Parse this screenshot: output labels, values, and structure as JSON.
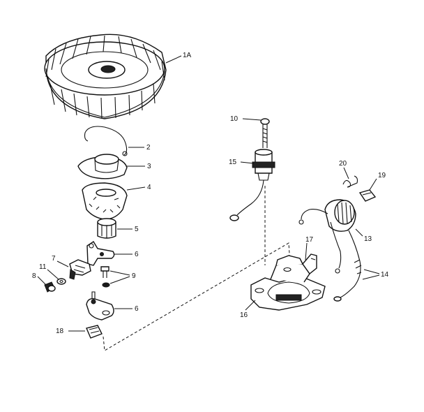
{
  "callouts": {
    "flywheel": "1A",
    "spring_clip": "2",
    "felt_retainer": "3",
    "felt_seal": "4",
    "cam": "5",
    "breaker_arm_upper": "6",
    "breaker_arm_lower": "6",
    "breaker_spring": "7",
    "screw": "8",
    "screws_washers": "9",
    "spark_plug_screw": "10",
    "terminal": "11",
    "ignition_coil": "13",
    "lead_wires": "14",
    "condenser": "15",
    "stator_plate": "16",
    "bracket": "17",
    "cover_tab": "18",
    "wedge": "19",
    "clip_wire": "20"
  }
}
